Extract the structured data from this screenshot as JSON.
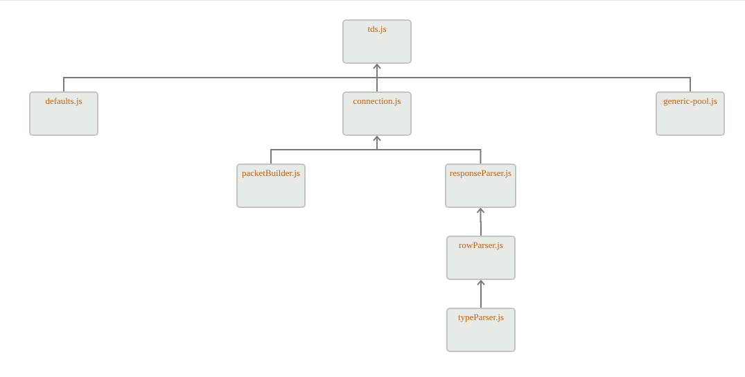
{
  "diagram": {
    "nodes": [
      {
        "id": "tds",
        "label": "tds.js"
      },
      {
        "id": "defaults",
        "label": "defaults.js"
      },
      {
        "id": "connection",
        "label": "connection.js"
      },
      {
        "id": "generic-pool",
        "label": "generic-pool.js"
      },
      {
        "id": "packetBuilder",
        "label": "packetBuilder.js"
      },
      {
        "id": "responseParser",
        "label": "responseParser.js"
      },
      {
        "id": "rowParser",
        "label": "rowParser.js"
      },
      {
        "id": "typeParser",
        "label": "typeParser.js"
      }
    ],
    "edges": [
      {
        "from": "defaults",
        "to": "tds"
      },
      {
        "from": "connection",
        "to": "tds"
      },
      {
        "from": "generic-pool",
        "to": "tds"
      },
      {
        "from": "packetBuilder",
        "to": "connection"
      },
      {
        "from": "responseParser",
        "to": "connection"
      },
      {
        "from": "rowParser",
        "to": "responseParser"
      },
      {
        "from": "typeParser",
        "to": "rowParser"
      }
    ],
    "colors": {
      "node_fill": "#e7ebe8",
      "node_border": "#c4c4c4",
      "label": "#c8600c",
      "edge": "#7a7a7a"
    }
  }
}
